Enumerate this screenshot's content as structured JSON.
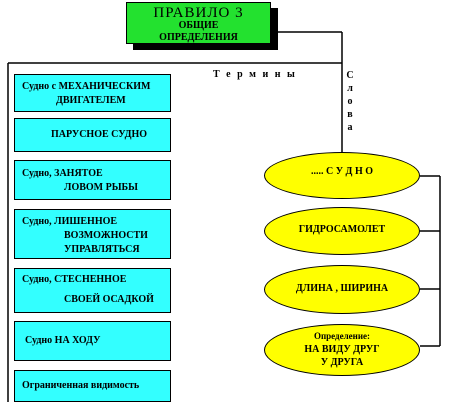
{
  "title": {
    "main": "ПРАВИЛО   3",
    "sub1": "ОБЩИЕ",
    "sub2": "ОПРЕДЕЛЕНИЯ"
  },
  "labels": {
    "terms": "Т е р м и н ы",
    "words": [
      "С",
      "л",
      "о",
      "в",
      "а"
    ]
  },
  "terms": [
    {
      "lines": [
        "Судно с МЕХАНИЧЕСКИМ",
        "ДВИГАТЕЛЕМ"
      ]
    },
    {
      "lines": [
        "ПАРУСНОЕ СУДНО"
      ]
    },
    {
      "lines": [
        "Судно, ЗАНЯТОЕ",
        "ЛОВОМ РЫБЫ"
      ]
    },
    {
      "lines": [
        "Судно, ЛИШЕННОЕ",
        "ВОЗМОЖНОСТИ",
        "УПРАВЛЯТЬСЯ"
      ]
    },
    {
      "lines": [
        "Судно, СТЕСНЕННОЕ",
        "СВОЕЙ ОСАДКОЙ"
      ]
    },
    {
      "lines": [
        "Судно  НА ХОДУ"
      ]
    },
    {
      "lines": [
        "Ограниченная видимость"
      ]
    }
  ],
  "words": [
    {
      "lines": [
        ".....  С У Д Н О"
      ]
    },
    {
      "lines": [
        "ГИДРОСАМОЛЕТ"
      ]
    },
    {
      "lines": [
        "ДЛИНА  ,  ШИРИНА"
      ]
    },
    {
      "lines": [
        "Определение:",
        "НА ВИДУ ДРУГ",
        "У      ДРУГА"
      ]
    }
  ],
  "colors": {
    "title_fill": "#23e12f",
    "term_fill": "#33ffff",
    "word_fill": "#ffff00",
    "line": "#000000"
  }
}
